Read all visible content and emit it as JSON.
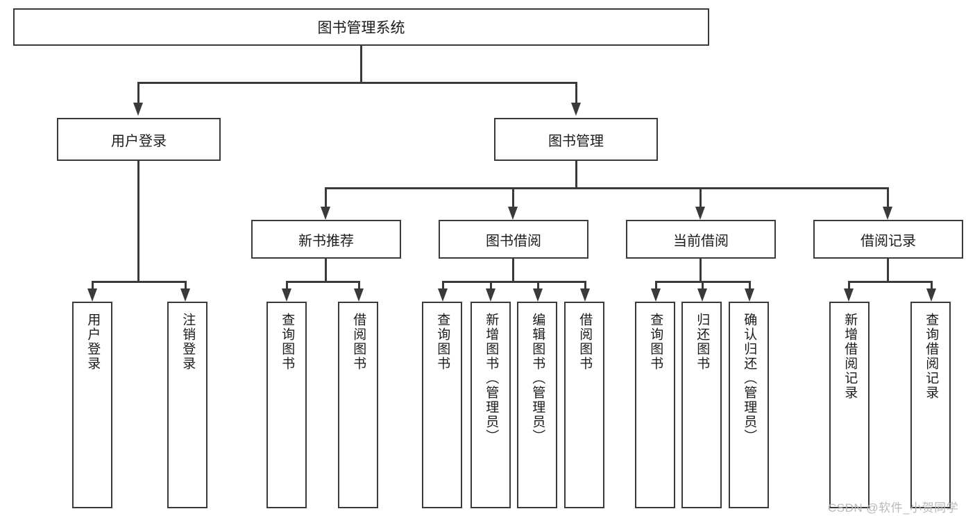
{
  "diagram": {
    "type": "tree",
    "title": "图书管理系统",
    "orientation": "top-down",
    "watermark": "CSDN @软件_小贺同学",
    "colors": {
      "line": "#3a3a3a",
      "box_fill": "#ffffff",
      "text": "#1b1b1b",
      "watermark": "#b9b9b9"
    },
    "nodes": {
      "root": {
        "label": "图书管理系统"
      },
      "level1": [
        {
          "label": "用户登录"
        },
        {
          "label": "图书管理"
        }
      ],
      "level2": [
        {
          "label": "新书推荐"
        },
        {
          "label": "图书借阅"
        },
        {
          "label": "当前借阅"
        },
        {
          "label": "借阅记录"
        }
      ],
      "leaves": {
        "user_login": [
          {
            "label": "用户登录"
          },
          {
            "label": "注销登录"
          }
        ],
        "new_book_recommend": [
          {
            "label": "查询图书"
          },
          {
            "label": "借阅图书"
          }
        ],
        "book_borrow": [
          {
            "label": "查询图书"
          },
          {
            "label": "新增图书（管理员）"
          },
          {
            "label": "编辑图书（管理员）"
          },
          {
            "label": "借阅图书"
          }
        ],
        "current_borrow": [
          {
            "label": "查询图书"
          },
          {
            "label": "归还图书"
          },
          {
            "label": "确认归还（管理员）"
          }
        ],
        "borrow_record": [
          {
            "label": "新增借阅记录"
          },
          {
            "label": "查询借阅记录"
          }
        ]
      }
    }
  }
}
